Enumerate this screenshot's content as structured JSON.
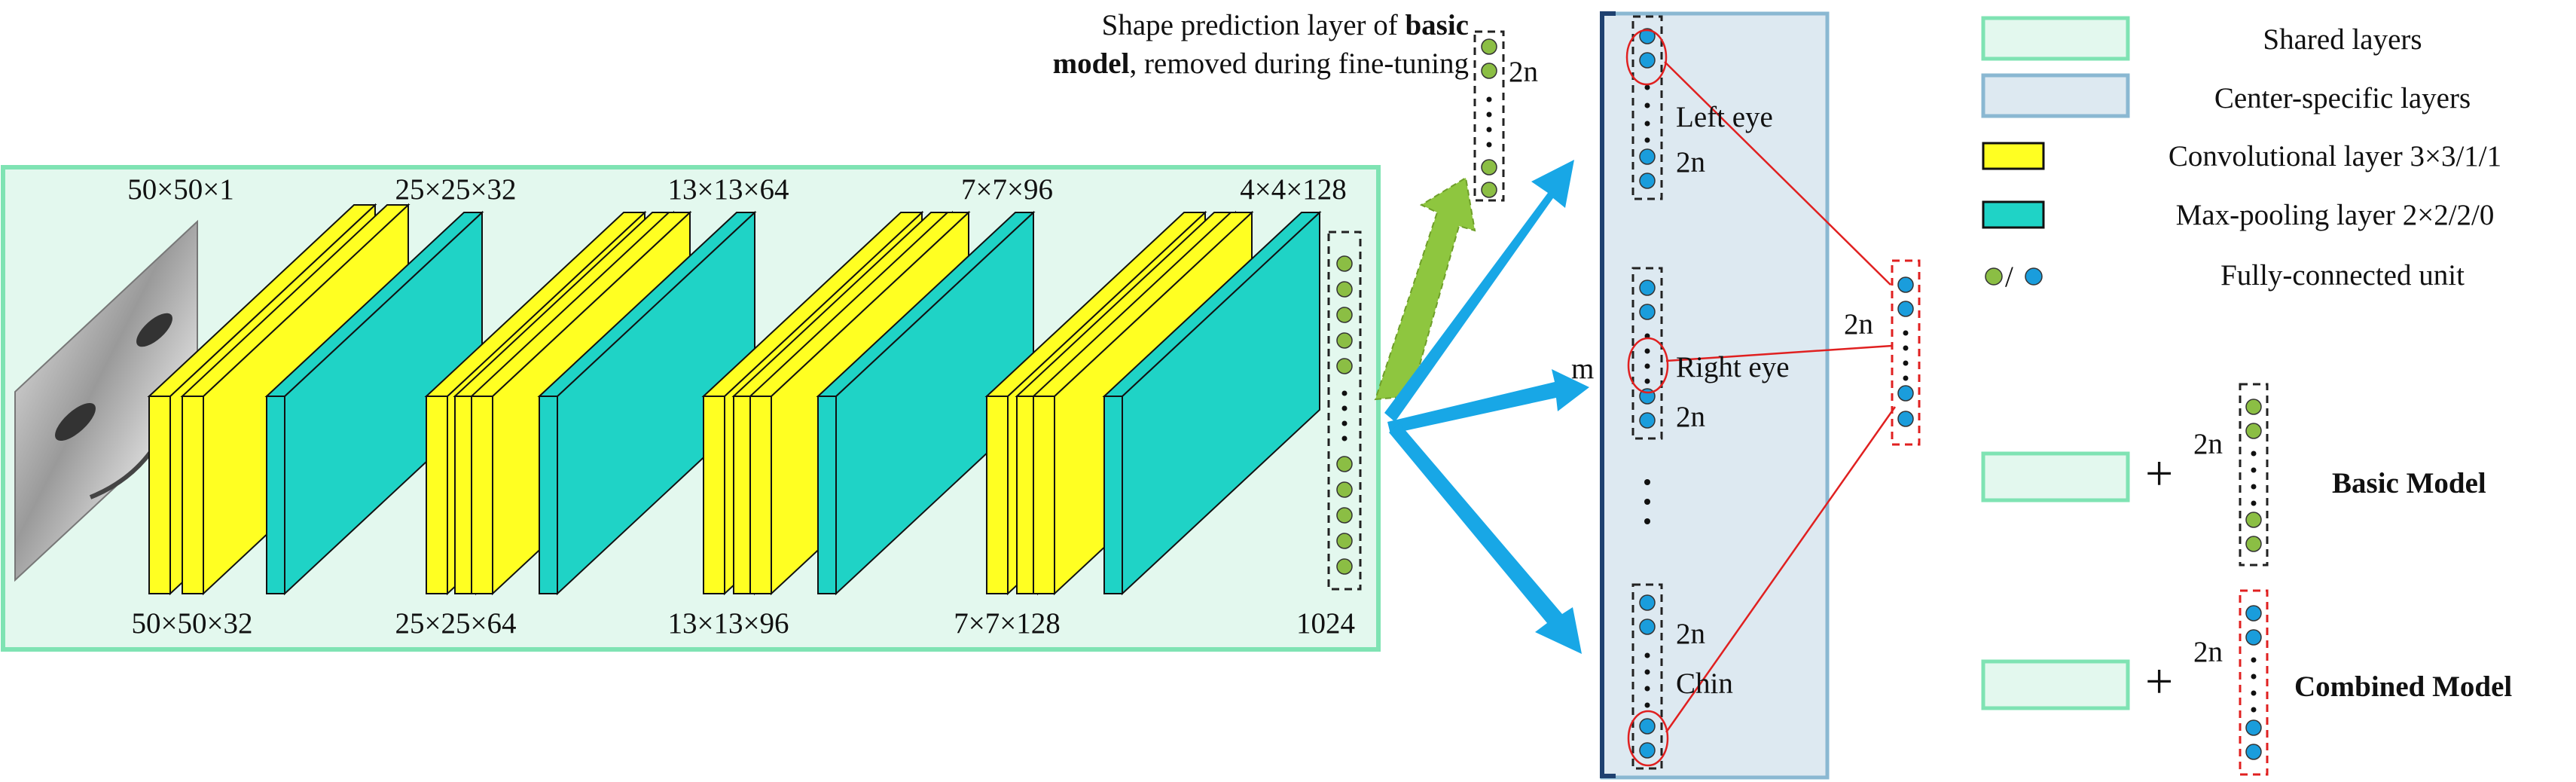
{
  "colors": {
    "shared_fill": "#e3f8ee",
    "shared_border": "#7fe3b3",
    "center_fill": "#dde9f1",
    "center_border": "#8ab8d2",
    "conv_fill": "#ffff22",
    "pool_fill": "#1fd3c6",
    "green_unit": "#8bbe44",
    "blue_unit": "#1a9ddc",
    "blue_arrow": "#18a7e6",
    "green_arrow": "#8ec63f",
    "red_line": "#e02020",
    "dark_bracket": "#1f4170"
  },
  "network": {
    "input_size": "50×50×1",
    "input_feature": "50×50×32",
    "stages": [
      {
        "top": "25×25×32",
        "bottom": "25×25×64"
      },
      {
        "top": "13×13×64",
        "bottom": "13×13×96"
      },
      {
        "top": "7×7×96",
        "bottom": "7×7×128"
      },
      {
        "top": "4×4×128",
        "bottom": "1024"
      }
    ]
  },
  "shape_prediction": {
    "caption_prefix": "Shape prediction layer of ",
    "caption_bold_1": "basic",
    "caption_bold_2": "model",
    "caption_suffix": ", removed during fine-tuning",
    "size_label": "2n"
  },
  "center_layers": {
    "m_label": "m",
    "groups": [
      {
        "name": "Left eye",
        "size": "2n"
      },
      {
        "name": "Right eye",
        "size": "2n"
      },
      {
        "name": "Chin",
        "size": "2n"
      }
    ],
    "combined_size": "2n"
  },
  "legend": {
    "items": [
      {
        "label": "Shared layers"
      },
      {
        "label": "Center-specific layers"
      },
      {
        "label": "Convolutional layer 3×3/1/1"
      },
      {
        "label": "Max-pooling layer 2×2/2/0"
      },
      {
        "label": "Fully-connected unit",
        "symbol": "/"
      }
    ],
    "basic_model": {
      "plus": "+",
      "size": "2n",
      "label": "Basic Model"
    },
    "combined_model": {
      "plus": "+",
      "size": "2n",
      "label": "Combined Model"
    }
  }
}
